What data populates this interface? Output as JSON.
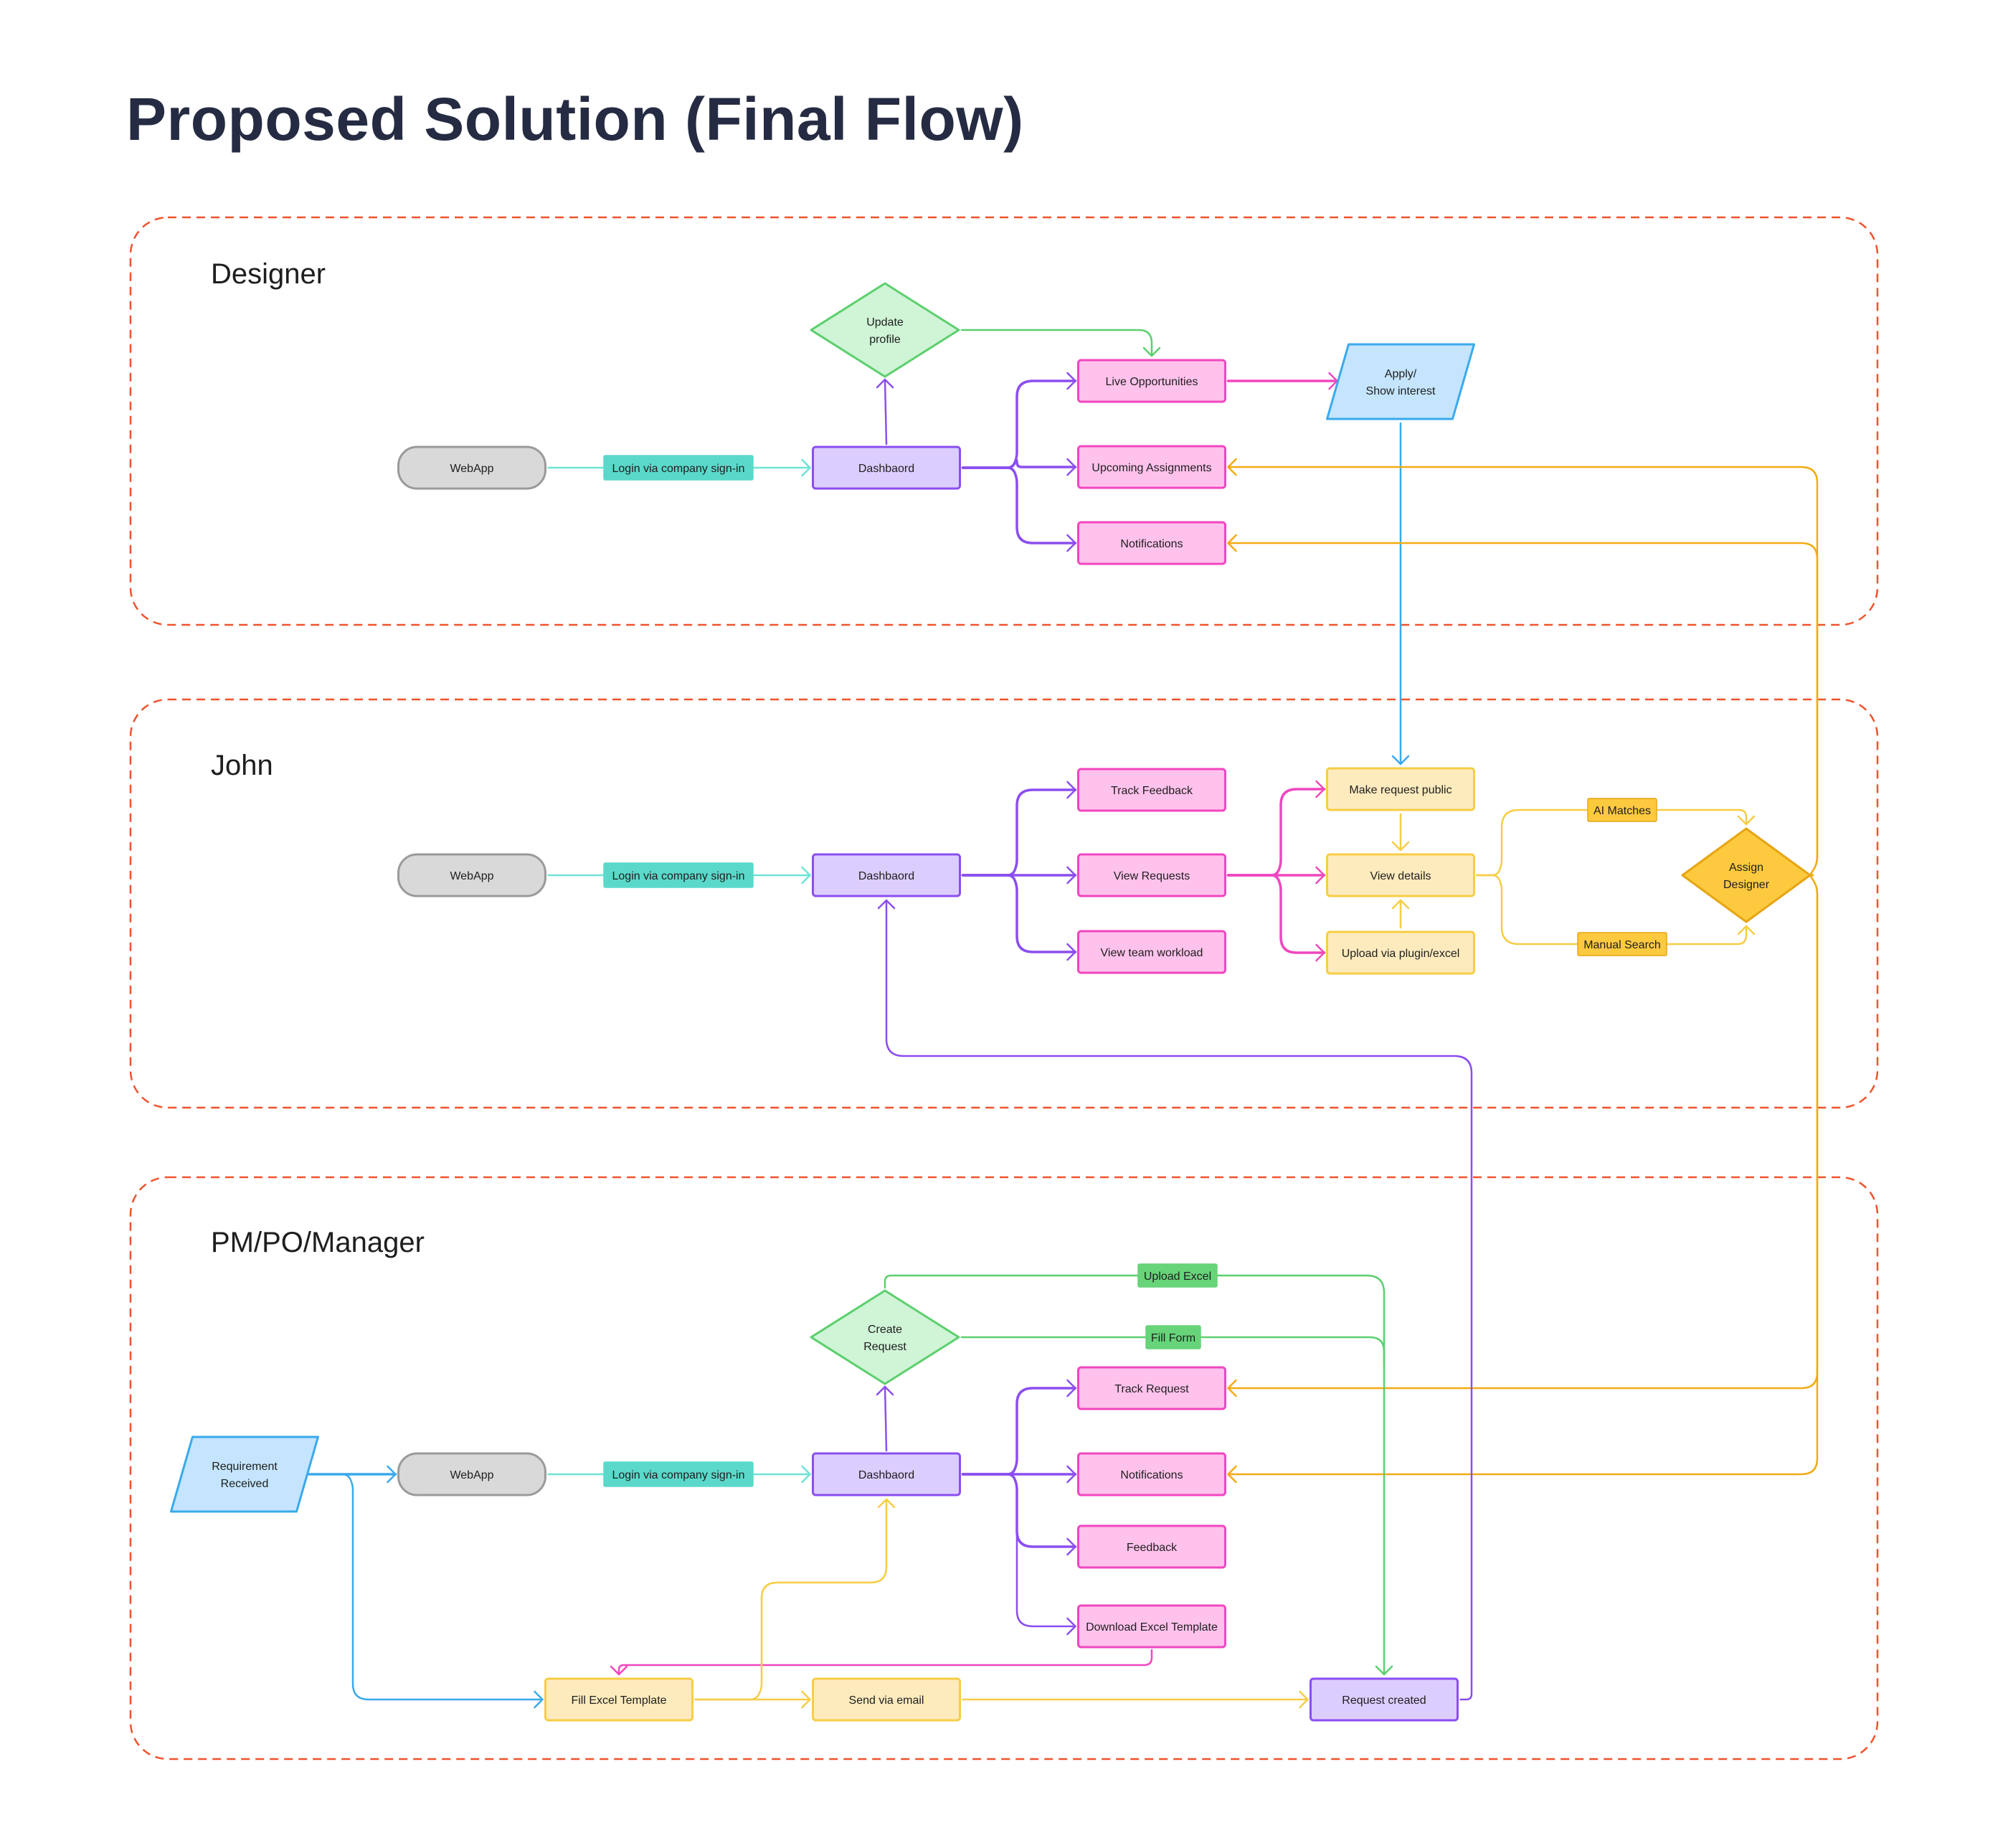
{
  "title": "Proposed Solution (Final Flow)",
  "colors": {
    "lane_border": "#f0532d",
    "gray_fill": "#d9d9d9",
    "gray_stroke": "#9a9a9a",
    "purple_fill": "#dccdff",
    "purple_stroke": "#8b4ef0",
    "pink_fill": "#ffc2ec",
    "pink_stroke": "#f046c0",
    "yellow_fill": "#fdebbd",
    "yellow_stroke": "#f7cd45",
    "green_fill": "#cff4d6",
    "green_stroke": "#5ccf6e",
    "blue_fill": "#c4e5fd",
    "blue_stroke": "#3aa9ec",
    "teal_fill": "#5ad9ca",
    "teal_stroke": "#6fe3d6",
    "orange_stroke": "#f2ab14",
    "gold_fill": "#fdc93f",
    "gold_stroke": "#e6a512",
    "label_green_fill": "#67d479"
  },
  "lanes": [
    {
      "id": "designer",
      "title": "Designer"
    },
    {
      "id": "john",
      "title": "John"
    },
    {
      "id": "pm",
      "title": "PM/PO/Manager"
    }
  ],
  "nodes": {
    "d_webapp": {
      "label": [
        "WebApp"
      ],
      "shape": "terminal",
      "style": "gray"
    },
    "d_dash": {
      "label": [
        "Dashbaord"
      ],
      "shape": "rect",
      "style": "purple"
    },
    "d_update": {
      "label": [
        "Update",
        "profile"
      ],
      "shape": "diamond",
      "style": "green"
    },
    "d_live": {
      "label": [
        "Live Opportunities"
      ],
      "shape": "rect",
      "style": "pink"
    },
    "d_upcoming": {
      "label": [
        "Upcoming Assignments"
      ],
      "shape": "rect",
      "style": "pink"
    },
    "d_notif": {
      "label": [
        "Notifications"
      ],
      "shape": "rect",
      "style": "pink"
    },
    "d_apply": {
      "label": [
        "Apply/",
        "Show interest"
      ],
      "shape": "parallelogram",
      "style": "blue"
    },
    "j_webapp": {
      "label": [
        "WebApp"
      ],
      "shape": "terminal",
      "style": "gray"
    },
    "j_dash": {
      "label": [
        "Dashbaord"
      ],
      "shape": "rect",
      "style": "purple"
    },
    "j_trackfb": {
      "label": [
        "Track Feedback"
      ],
      "shape": "rect",
      "style": "pink"
    },
    "j_viewreq": {
      "label": [
        "View Requests"
      ],
      "shape": "rect",
      "style": "pink"
    },
    "j_workload": {
      "label": [
        "View team workload"
      ],
      "shape": "rect",
      "style": "pink"
    },
    "j_public": {
      "label": [
        "Make request public"
      ],
      "shape": "rect",
      "style": "yellow"
    },
    "j_details": {
      "label": [
        "View details"
      ],
      "shape": "rect",
      "style": "yellow"
    },
    "j_upload": {
      "label": [
        "Upload via plugin/excel"
      ],
      "shape": "rect",
      "style": "yellow"
    },
    "j_assign": {
      "label": [
        "Assign",
        "Designer"
      ],
      "shape": "diamond",
      "style": "gold"
    },
    "p_req": {
      "label": [
        "Requirement",
        "Received"
      ],
      "shape": "parallelogram",
      "style": "blue"
    },
    "p_webapp": {
      "label": [
        "WebApp"
      ],
      "shape": "terminal",
      "style": "gray"
    },
    "p_dash": {
      "label": [
        "Dashbaord"
      ],
      "shape": "rect",
      "style": "purple"
    },
    "p_create": {
      "label": [
        "Create",
        "Request"
      ],
      "shape": "diamond",
      "style": "green"
    },
    "p_track": {
      "label": [
        "Track Request"
      ],
      "shape": "rect",
      "style": "pink"
    },
    "p_notif": {
      "label": [
        "Notifications"
      ],
      "shape": "rect",
      "style": "pink"
    },
    "p_feedback": {
      "label": [
        "Feedback"
      ],
      "shape": "rect",
      "style": "pink"
    },
    "p_download": {
      "label": [
        "Download Excel Template"
      ],
      "shape": "rect",
      "style": "pink"
    },
    "p_fill": {
      "label": [
        "Fill Excel Template"
      ],
      "shape": "rect",
      "style": "yellow"
    },
    "p_send": {
      "label": [
        "Send via email"
      ],
      "shape": "rect",
      "style": "yellow"
    },
    "p_created": {
      "label": [
        "Request created"
      ],
      "shape": "rect",
      "style": "purple"
    }
  },
  "edge_labels": {
    "d_login": {
      "text": "Login via company sign-in",
      "style": "teal"
    },
    "j_login": {
      "text": "Login via company sign-in",
      "style": "teal"
    },
    "p_login": {
      "text": "Login via company sign-in",
      "style": "teal"
    },
    "j_ai": {
      "text": "AI Matches",
      "style": "gold"
    },
    "j_manual": {
      "text": "Manual Search",
      "style": "gold"
    },
    "p_uploadexcel": {
      "text": "Upload Excel",
      "style": "green"
    },
    "p_fillform": {
      "text": "Fill Form",
      "style": "green"
    }
  },
  "edges": [
    {
      "from": "d_webapp",
      "to": "d_dash",
      "color": "teal",
      "label": "d_login"
    },
    {
      "from": "d_dash",
      "to": "d_update",
      "color": "purple"
    },
    {
      "from": "d_update",
      "to": "d_live",
      "color": "green"
    },
    {
      "from": "d_dash",
      "to": "d_live",
      "color": "purple"
    },
    {
      "from": "d_dash",
      "to": "d_upcoming",
      "color": "purple"
    },
    {
      "from": "d_dash",
      "to": "d_notif",
      "color": "purple"
    },
    {
      "from": "d_live",
      "to": "d_apply",
      "color": "pink"
    },
    {
      "from": "d_apply",
      "to": "j_public",
      "color": "blue"
    },
    {
      "from": "j_webapp",
      "to": "j_dash",
      "color": "teal",
      "label": "j_login"
    },
    {
      "from": "j_dash",
      "to": "j_trackfb",
      "color": "purple"
    },
    {
      "from": "j_dash",
      "to": "j_viewreq",
      "color": "purple"
    },
    {
      "from": "j_dash",
      "to": "j_workload",
      "color": "purple"
    },
    {
      "from": "j_viewreq",
      "to": "j_public",
      "color": "pink"
    },
    {
      "from": "j_viewreq",
      "to": "j_details",
      "color": "pink"
    },
    {
      "from": "j_viewreq",
      "to": "j_upload",
      "color": "pink"
    },
    {
      "from": "j_public",
      "to": "j_details",
      "color": "yellow"
    },
    {
      "from": "j_upload",
      "to": "j_details",
      "color": "yellow"
    },
    {
      "from": "j_details",
      "to": "j_assign",
      "color": "yellow",
      "label": "j_ai"
    },
    {
      "from": "j_details",
      "to": "j_assign",
      "color": "yellow",
      "label": "j_manual"
    },
    {
      "from": "j_assign",
      "to": "d_upcoming",
      "color": "orange"
    },
    {
      "from": "j_assign",
      "to": "d_notif",
      "color": "orange"
    },
    {
      "from": "j_assign",
      "to": "p_track",
      "color": "orange"
    },
    {
      "from": "j_assign",
      "to": "p_notif",
      "color": "orange"
    },
    {
      "from": "p_req",
      "to": "p_webapp",
      "color": "blue"
    },
    {
      "from": "p_req",
      "to": "p_fill",
      "color": "blue"
    },
    {
      "from": "p_webapp",
      "to": "p_dash",
      "color": "teal",
      "label": "p_login"
    },
    {
      "from": "p_dash",
      "to": "p_create",
      "color": "purple"
    },
    {
      "from": "p_dash",
      "to": "p_track",
      "color": "purple"
    },
    {
      "from": "p_dash",
      "to": "p_notif",
      "color": "purple"
    },
    {
      "from": "p_dash",
      "to": "p_feedback",
      "color": "purple"
    },
    {
      "from": "p_dash",
      "to": "p_download",
      "color": "purple"
    },
    {
      "from": "p_create",
      "to": "p_created",
      "color": "green",
      "label": "p_uploadexcel"
    },
    {
      "from": "p_create",
      "to": "p_created",
      "color": "green",
      "label": "p_fillform"
    },
    {
      "from": "p_download",
      "to": "p_fill",
      "color": "pink"
    },
    {
      "from": "p_fill",
      "to": "p_send",
      "color": "yellow"
    },
    {
      "from": "p_fill",
      "to": "p_dash",
      "color": "yellow"
    },
    {
      "from": "p_send",
      "to": "p_created",
      "color": "yellow"
    },
    {
      "from": "p_created",
      "to": "j_dash",
      "color": "purple"
    }
  ]
}
